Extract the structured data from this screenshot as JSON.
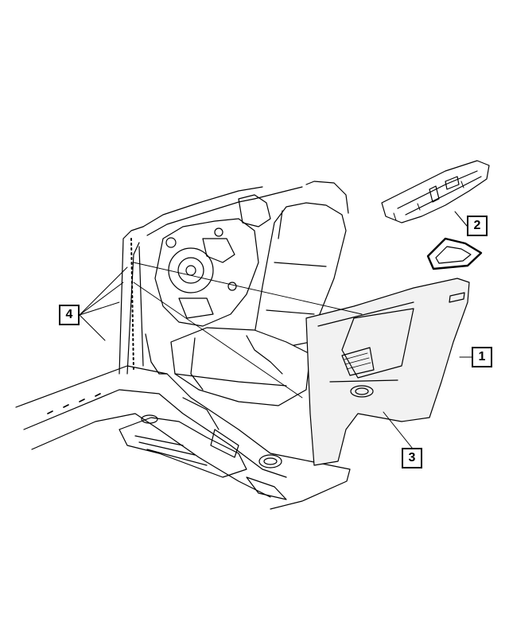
{
  "callouts": {
    "c1": "1",
    "c2": "2",
    "c3": "3",
    "c4": "4"
  },
  "colors": {
    "line": "#000000",
    "background": "#ffffff",
    "panel_fill": "#f2f2f2"
  }
}
